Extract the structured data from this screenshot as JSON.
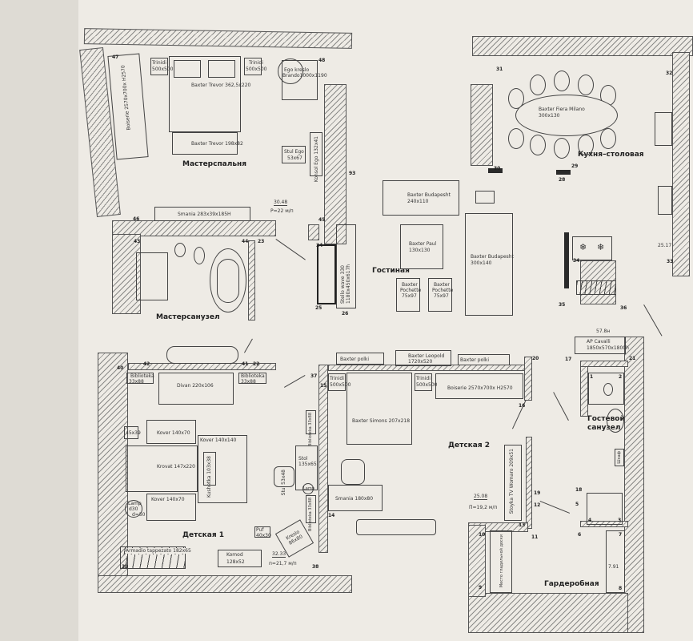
{
  "rooms": {
    "master_bedroom": "Мастерспальня",
    "master_bathroom": "Мастерсанузел",
    "living_room": "Гостиная",
    "kitchen_dining": "Кухня–столовая",
    "kids_room_1": "Детская  1",
    "kids_room_2": "Детская  2",
    "guest_bathroom_line1": "Гостевой",
    "guest_bathroom_line2": "санузел",
    "wardrobe": "Гардеробная"
  },
  "areas": {
    "master_bedroom": "30.48",
    "master_bedroom_perimeter": "P=22 м/п",
    "kitchen_dining": "25.17",
    "kids_room_1": "32.33",
    "kids_room_1_perimeter": "п=21,7 м/п",
    "kids_room_2": "25.08",
    "kids_room_2_perimeter": "П=19,2 м/п",
    "guest_bathroom": "57.8н",
    "wardrobe": "7.91"
  },
  "furniture": {
    "boiserie_master": "Boiserie 2570x700x H2570",
    "trinidi_left_name": "Trinidi",
    "trinidi_left_size": "500x500",
    "trinidi_right_name": "Trinidi",
    "trinidi_right_size": "500x500",
    "bed_master": "Baxter Trevor 362,5x220",
    "bench_master": "Baxter Trevor 198x82",
    "armchair_master_1": "Ego kreslo",
    "armchair_master_2": "Brando1000x1190",
    "chair_ego_1": "Stul Ego",
    "chair_ego_2": "53x67",
    "console_ego": "Konsol Ego 132x41",
    "smania_master": "Smania 283x39x185H",
    "tv_unit_living": "Stello wave 330 1180x450x617h",
    "sofa_living_1_name": "Baxter Budapesht",
    "sofa_living_1_size": "240x110",
    "table_paul_name": "Baxter Paul",
    "table_paul_size": "130x130",
    "sofa_living_2_name": "Baxter Budapesht",
    "sofa_living_2_size": "300x140",
    "pochette_1": [
      "Baxter",
      "Pochette",
      "75x97"
    ],
    "pochette_2": [
      "Baxter",
      "Pochette",
      "75x97"
    ],
    "dining_table_name": "Baxter Fiera Milano",
    "dining_table_size": "300x130",
    "bookcase_k1_left": [
      "Biblioteka",
      "33x88"
    ],
    "bookcase_k1_right": [
      "Biblioteka",
      "33x88"
    ],
    "divan_k1": "Divan 220x106",
    "small_45x39": "45x39",
    "kover_1": "Kover 140x70",
    "kover_2": "Kover 140x140",
    "kover_3": "Kover 140x70",
    "bed_k1": "Krovat 147x220",
    "kushetka": "Kushetka 103x38",
    "lamp_k1": [
      "Lamp",
      "d30",
      "d=50"
    ],
    "chair_k1": "Stul 53x48",
    "desk_k1": [
      "Stol",
      "135x65"
    ],
    "lamp_k1_desk": "Lamp",
    "bookcase_k1_wall_1": "Biblioteka 33x88",
    "bookcase_k1_wall_2": "Biblioteka 33x88",
    "puf": [
      "Puf",
      "40x30"
    ],
    "kreslo_k1": [
      "Kreslo",
      "86x80"
    ],
    "armadio": "Armadio tappezato 182x65",
    "komod": [
      "Komod",
      "128x52"
    ],
    "baxter_polki_1": "Baxter polki",
    "baxter_leopold": [
      "Baxter Leopold",
      "1720x520"
    ],
    "baxter_polki_2": "Baxter polki",
    "trinidi_k2_left": [
      "Trinidi",
      "500x500"
    ],
    "trinidi_k2_right": [
      "Trinidi",
      "500x500"
    ],
    "boiserie_k2": "Boiserie 2570x700x H2570",
    "bed_k2": "Baxter Simons 207x218",
    "smania_k2": "Smania 180x80",
    "tv_k2": "Stoyka TV Womaro 209x51",
    "wardrobe_shower": [
      "AP Cavalli",
      "1850x570x1800h"
    ],
    "wardrobe_ironing": "Место гладильной доски",
    "guest_cabinet": "Шкаф"
  },
  "point_numbers": [
    "47",
    "48",
    "46",
    "45",
    "43",
    "44",
    "23",
    "24",
    "25",
    "26",
    "93",
    "31",
    "32",
    "30",
    "29",
    "28",
    "34",
    "35",
    "36",
    "33",
    "42",
    "41",
    "22",
    "37",
    "40",
    "39",
    "38",
    "15",
    "16",
    "20",
    "14",
    "19",
    "12",
    "13",
    "11",
    "10",
    "9",
    "17",
    "21",
    "1",
    "2",
    "18",
    "5",
    "4",
    "3",
    "6",
    "7",
    "8"
  ],
  "colors": {
    "paper": "#eeebe5",
    "ink": "#2b2b2b",
    "wall_hatch": "#8a8a88"
  }
}
